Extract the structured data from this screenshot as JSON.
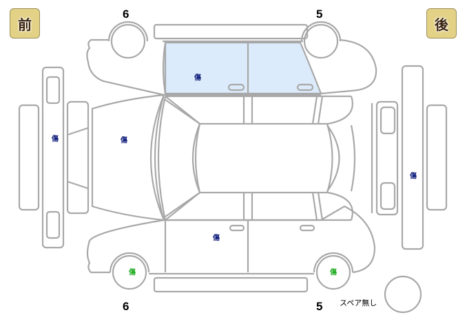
{
  "labels": {
    "front": "前",
    "rear": "後",
    "front_left_tire_num_top": "6",
    "rear_left_tire_num_top": "5",
    "front_right_tire_num_bottom": "6",
    "rear_right_tire_num_bottom": "5",
    "spare": "スペア無し"
  },
  "marks": {
    "front_bumper": "傷",
    "hood": "傷",
    "left_doors": "傷",
    "right_front_door": "傷",
    "rear_bumper": "傷",
    "front_right_wheel": "傷",
    "rear_right_wheel": "傷"
  },
  "colors": {
    "outline": "#a8a8a8",
    "highlight": "#dcebfb",
    "badge": "#e3d286",
    "mark_blue": "#0d1a7a",
    "mark_green": "#1faa1f"
  }
}
